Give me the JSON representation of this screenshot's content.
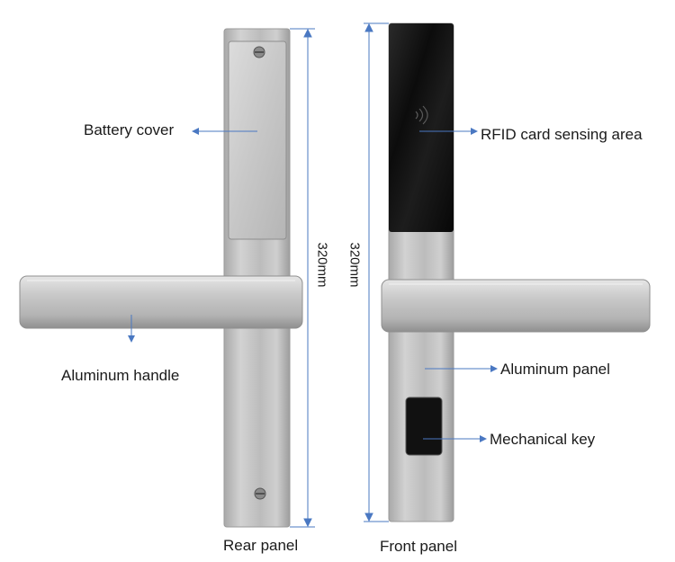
{
  "diagram": {
    "labels": {
      "battery_cover": "Battery cover",
      "rfid_area": "RFID card sensing area",
      "aluminum_handle": "Aluminum handle",
      "aluminum_panel": "Aluminum panel",
      "mechanical_key": "Mechanical key",
      "rear_panel": "Rear panel",
      "front_panel": "Front panel"
    },
    "dimensions": {
      "rear_height": "320mm",
      "front_height": "320mm"
    },
    "colors": {
      "leader_line": "#4a78c2",
      "dimension_line": "#4a78c2",
      "metal_light": "#d9d9d9",
      "metal_dark": "#9c9c9c",
      "glass": "#141414"
    },
    "icons": [
      "rfid-wave-icon",
      "screw-icon"
    ]
  }
}
